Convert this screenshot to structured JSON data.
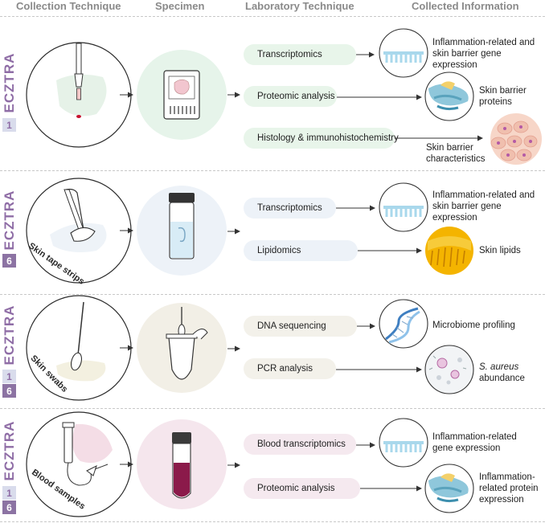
{
  "headers": {
    "collection": "Collection Technique",
    "specimen": "Specimen",
    "laboratory": "Laboratory Technique",
    "collected": "Collected Information"
  },
  "colors": {
    "title_purple": "#8f6da6",
    "row1_pill": "#e8f5ea",
    "row2_pill": "#edf2f8",
    "row3_pill": "#f3f1ea",
    "row4_pill": "#f5e9ef",
    "badge_light": "#d9dcec",
    "badge_dark": "#8c73a3"
  },
  "rows": [
    {
      "study": "ECZTRA",
      "badges": [
        "1"
      ],
      "collection_label": "",
      "techniques": [
        "Transcriptomics",
        "Proteomic analysis",
        "Histology & immunohistochemistry"
      ],
      "info": [
        "Inflammation-related and skin barrier gene expression",
        "Skin barrier proteins",
        "Skin barrier characteristics"
      ]
    },
    {
      "study": "ECZTRA",
      "badges": [
        "6"
      ],
      "collection_label": "Skin tape strips",
      "techniques": [
        "Transcriptomics",
        "Lipidomics"
      ],
      "info": [
        "Inflammation-related and skin barrier gene expression",
        "Skin lipids"
      ]
    },
    {
      "study": "ECZTRA",
      "badges": [
        "1",
        "6"
      ],
      "collection_label": "Skin swabs",
      "techniques": [
        "DNA sequencing",
        "PCR analysis"
      ],
      "info": [
        "Microbiome profiling",
        "S. aureus abundance"
      ]
    },
    {
      "study": "ECZTRA",
      "badges": [
        "1",
        "6"
      ],
      "collection_label": "Blood samples",
      "techniques": [
        "Blood transcriptomics",
        "Proteomic analysis"
      ],
      "info": [
        "Inflammation-related gene expression",
        "Inflammation-related protein expression"
      ]
    }
  ]
}
